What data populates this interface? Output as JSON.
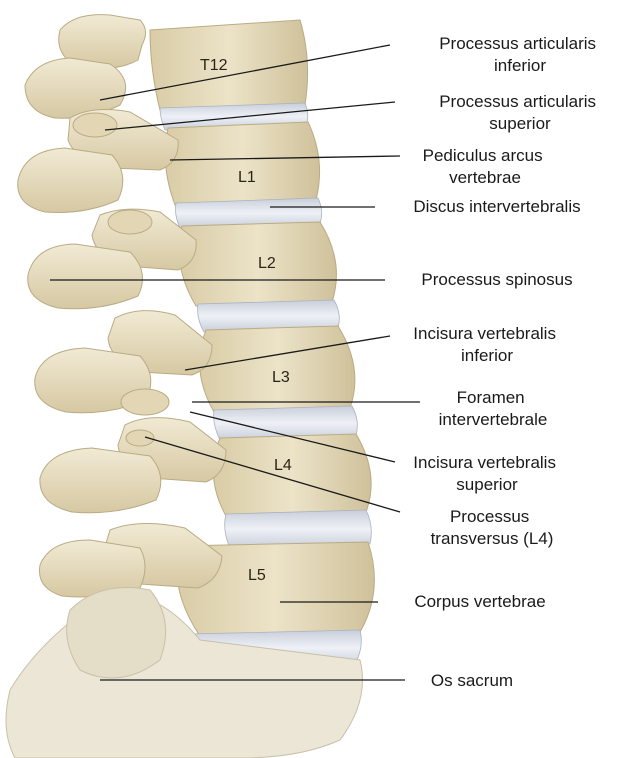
{
  "vertebra_labels": {
    "t12": "T12",
    "l1": "L1",
    "l2": "L2",
    "l3": "L3",
    "l4": "L4",
    "l5": "L5"
  },
  "annotations": {
    "proc_art_inf": [
      "Processus articularis",
      "inferior"
    ],
    "proc_art_sup": [
      "Processus articularis",
      "superior"
    ],
    "pediculus": [
      "Pediculus arcus",
      "vertebrae"
    ],
    "discus": [
      "Discus intervertebralis"
    ],
    "spinosus": [
      "Processus spinosus"
    ],
    "inc_inf": [
      "Incisura vertebralis",
      "inferior"
    ],
    "foramen": [
      "Foramen",
      "intervertebrale"
    ],
    "inc_sup": [
      "Incisura vertebralis",
      "superior"
    ],
    "transversus": [
      "Processus",
      "transversus (L4)"
    ],
    "corpus": [
      "Corpus vertebrae"
    ],
    "sacrum": [
      "Os sacrum"
    ]
  },
  "colors": {
    "bone": "#e9dfc3",
    "bone_shade": "#cbbd96",
    "bone_light": "#f3ecd9",
    "disc": "#d8dde6",
    "sacrum": "#ece6d6",
    "line": "#1a1a1a"
  }
}
